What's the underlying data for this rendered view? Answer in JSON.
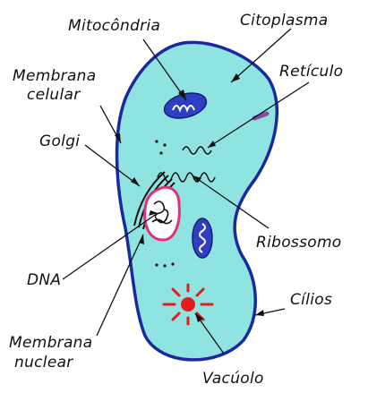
{
  "labels": {
    "mitocondria": "Mitocôndria",
    "citoplasma": "Citoplasma",
    "membrana_celular_1": "Membrana",
    "membrana_celular_2": "celular",
    "reticulo": "Retículo",
    "golgi": "Golgi",
    "ribossomo": "Ribossomo",
    "dna": "DNA",
    "cilios": "Cílios",
    "membrana_nuclear_1": "Membrana",
    "membrana_nuclear_2": "nuclear",
    "vacuolo": "Vacúolo"
  },
  "colors": {
    "cytoplasm": "#8fe3e0",
    "membrane": "#1a2a9e",
    "mitochondria": "#2f3fc4",
    "nucleus_border": "#e0307a",
    "vacuole": "#e41b1b",
    "cilia": "#222222",
    "text": "#111111"
  }
}
